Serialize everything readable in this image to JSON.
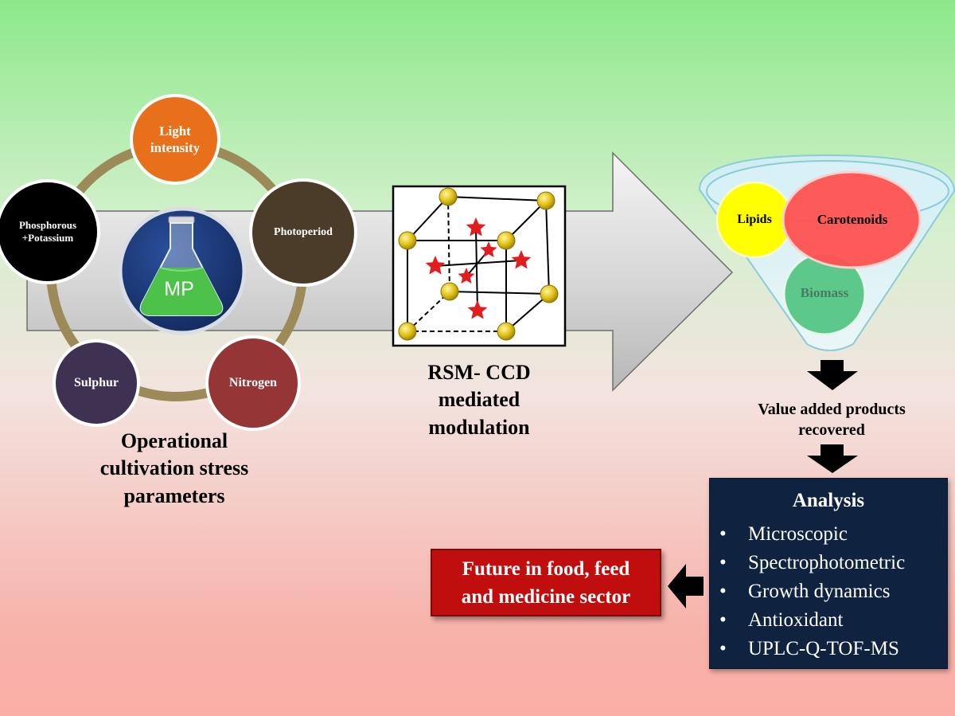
{
  "parameters": [
    {
      "id": "light",
      "label": "Light\nintensity",
      "color": "#e8701a"
    },
    {
      "id": "photoperiod",
      "label": "Photoperiod",
      "color": "#4a3c28"
    },
    {
      "id": "nitrogen",
      "label": "Nitrogen",
      "color": "#953535"
    },
    {
      "id": "sulphur",
      "label": "Sulphur",
      "color": "#3f3152"
    },
    {
      "id": "phosphorous",
      "label": "Phosphorous\n+Potassium",
      "color": "#000000"
    }
  ],
  "flask_label": "MP",
  "parameters_caption": "Operational\ncultivation stress\nparameters",
  "design_caption": "RSM- CCD\nmediated\nmodulation",
  "funnel_products": [
    {
      "id": "lipids",
      "label": "Lipids",
      "color": "#ffff00"
    },
    {
      "id": "carotenoids",
      "label": "Carotenoids",
      "color": "#ff5151"
    },
    {
      "id": "biomass",
      "label": "Biomass",
      "color": "#5cc98a"
    }
  ],
  "recovered_caption": "Value added products\nrecovered",
  "analysis": {
    "title": "Analysis",
    "items": [
      "Microscopic",
      "Spectrophotometric",
      "Growth dynamics",
      "Antioxidant",
      "UPLC-Q-TOF-MS"
    ]
  },
  "future": "Future in food, feed\nand medicine sector",
  "colors": {
    "ring": "#9c8a59",
    "flask_disc": "#1b3575",
    "analysis_box": "#0f223f",
    "future_box": "#c00d0d"
  }
}
